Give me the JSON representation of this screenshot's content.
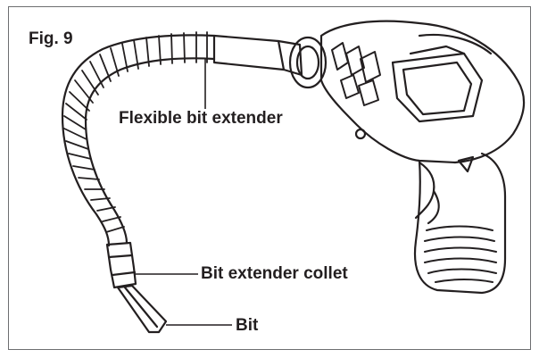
{
  "figure": {
    "label": "Fig. 9"
  },
  "callouts": {
    "flexible_bit_extender": "Flexible bit extender",
    "bit_extender_collet": "Bit extender collet",
    "bit": "Bit"
  },
  "colors": {
    "line": "#231f20",
    "frame": "#6d6e70",
    "background": "#ffffff"
  }
}
